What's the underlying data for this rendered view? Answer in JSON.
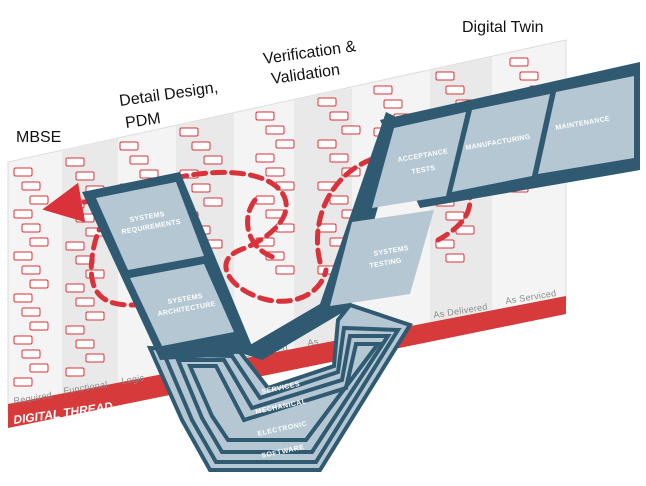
{
  "top_labels": {
    "mbse": "MBSE",
    "detail_design_line1": "Detail Design,",
    "detail_design_line2": "PDM",
    "vv_line1": "Verification &",
    "vv_line2": "Validation",
    "digital_twin": "Digital Twin"
  },
  "columns": [
    "Required",
    "Functional",
    "Logic",
    "As Ordered",
    "As",
    "As Delivered",
    "As Serviced"
  ],
  "digital_thread": "DIGITAL THREAD",
  "v_boxes": {
    "systems_requirements": [
      "SYSTEMS",
      "REQUIREMENTS"
    ],
    "systems_architecture": [
      "SYSTEMS",
      "ARCHITECTURE"
    ],
    "systems_testing": [
      "SYSTEMS",
      "TESTING"
    ],
    "acceptance_tests": [
      "ACCEPTANCE",
      "TESTS"
    ],
    "manufacturing": "MANUFACTURING",
    "maintenance": "MAINTENANCE"
  },
  "bands": [
    "SERVICES",
    "MECHANICAL",
    "ELECTRONIC",
    "SOFTWARE"
  ],
  "colors": {
    "v_fill": "#b4c7d3",
    "v_dark": "#2f5a72",
    "thread_red": "#d63a3a",
    "dashed_red": "#d9323a"
  }
}
